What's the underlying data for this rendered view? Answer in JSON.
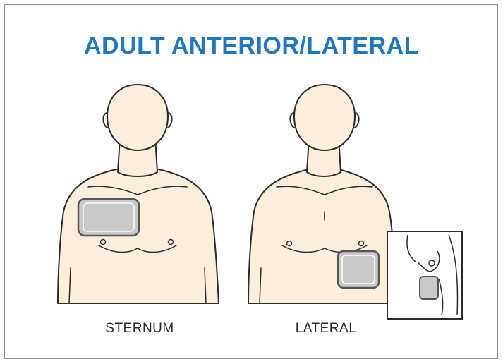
{
  "title": "ADULT ANTERIOR/LATERAL",
  "figures": [
    {
      "label": "STERNUM",
      "pad_position": "upper right chest, below collarbone"
    },
    {
      "label": "LATERAL",
      "pad_position": "left side, below armpit",
      "inset": "side view detail"
    }
  ],
  "colors": {
    "title": "#1f77c0",
    "skin": "#fbeedd",
    "outline": "#2b2b2b",
    "pad": "#c9c9c9",
    "pad_border": "#555555",
    "frame": "#8e8e8e"
  }
}
